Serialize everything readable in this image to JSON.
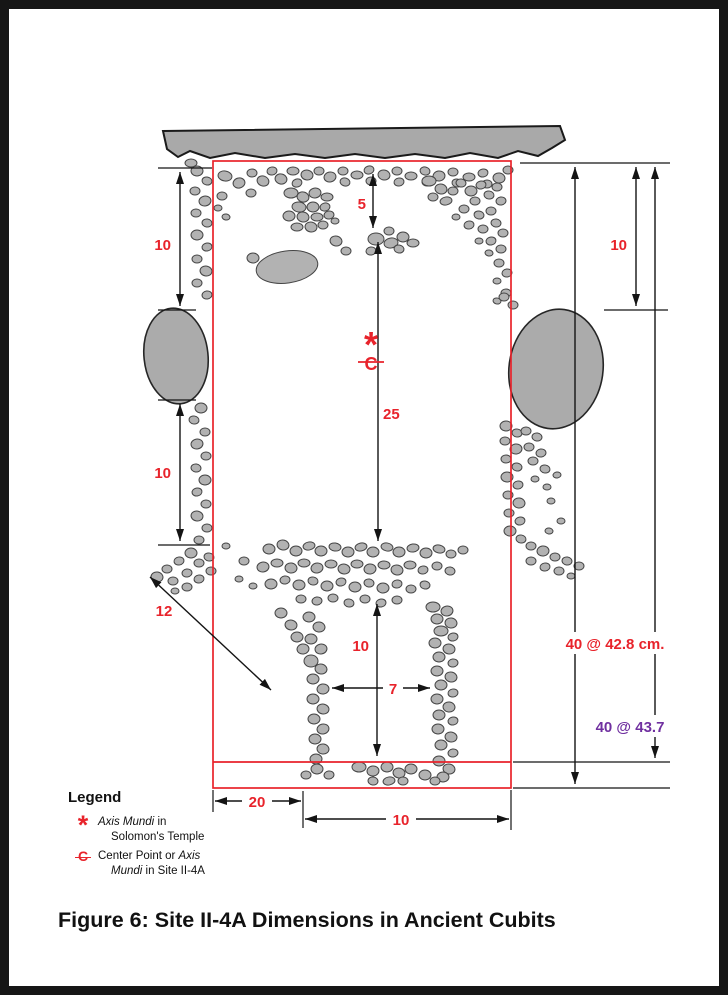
{
  "figure": {
    "caption": "Figure 6: Site II-4A Dimensions in Ancient Cubits"
  },
  "dimensions": {
    "top_inset": "5",
    "left_upper": "10",
    "left_lower": "10",
    "right_upper": "10",
    "center_vertical": "25",
    "diagonal": "12",
    "lower_vertical": "10",
    "pillar_gap": "7",
    "bottom_left_width": "20",
    "bottom_center_width": "10",
    "right_total_red": "40 @ 42.8 cm.",
    "right_total_purple": "40 @ 43.7"
  },
  "center_symbols": {
    "axis_mundi": "*",
    "center_point": "C"
  },
  "legend": {
    "title": "Legend",
    "item1": {
      "symbol": "*",
      "line1_italic": "Axis Mundi",
      "line1_rest": " in",
      "line2": "Solomon's Temple"
    },
    "item2": {
      "symbol": "C",
      "line1_rest": "Center Point or ",
      "line1_italic": "Axis",
      "line2_italic": "Mundi",
      "line2_rest": " in Site II-4A"
    }
  },
  "colors": {
    "dimension_label_red": "#e8232b",
    "dimension_label_purple": "#7030a0",
    "site_outline_red": "#e8232b",
    "stone_gray": "#b2b2b2",
    "line_black": "#141414"
  }
}
